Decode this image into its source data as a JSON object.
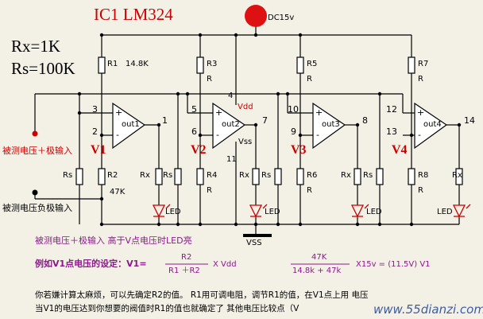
{
  "title": "IC1 LM324",
  "supply": "DC15v",
  "params": {
    "rx": "Rx=1K",
    "rs": "Rs=100K"
  },
  "inputs": {
    "plus": "被测电压＋极输入",
    "minus": "被测电压负极输入"
  },
  "stages": [
    {
      "vlabel": "V1",
      "rtop": "R1",
      "rtop_value": "14.8K",
      "rbot": "R2",
      "rbot_value": "47K",
      "pin_a": "3",
      "pin_b": "2",
      "pin_out": "1",
      "out": "out1"
    },
    {
      "vlabel": "V2",
      "rtop": "R3",
      "rtop_value": "R",
      "rbot": "R4",
      "rbot_value": "R",
      "pin_a": "5",
      "pin_b": "6",
      "pin_out": "7",
      "out": "out2"
    },
    {
      "vlabel": "V3",
      "rtop": "R5",
      "rtop_value": "R",
      "rbot": "R6",
      "rbot_value": "R",
      "pin_a": "10",
      "pin_b": "9",
      "pin_out": "8",
      "out": "out3"
    },
    {
      "vlabel": "V4",
      "rtop": "R7",
      "rtop_value": "R",
      "rbot": "R8",
      "rbot_value": "R",
      "pin_a": "12",
      "pin_b": "13",
      "pin_out": "14",
      "out": "out4"
    }
  ],
  "labels": {
    "rs": "Rs",
    "rx": "Rx",
    "led": "LED",
    "vdd": "Vdd",
    "vss": "Vss",
    "vss_bus": "VSS",
    "pin4": "4",
    "pin11": "11",
    "plus": "+",
    "minus": "-"
  },
  "notes": {
    "line1": "被测电压＋极输入  高于V点电压时LED亮",
    "formula_intro": "例如V1点电压的设定：V1=",
    "f1_num": "R2",
    "f1_den": "R1 ＋R2",
    "f1_times": "X   Vdd",
    "f2_num": "47K",
    "f2_den": "14.8k  +  47k",
    "f2_rest": "X15v  =  (11.5V) V1",
    "footer1": "你若嫌计算太麻烦，可以先确定R2的值。  R1用可调电阻，调节R1的值，在V1点上用              电压",
    "footer2": "当V1的电压达到你想要的阀值时R1的值也就确定了  其他电压比较点（V",
    "watermark": "www.55dianzi.com"
  },
  "colors": {
    "wire": "#000000",
    "accent": "#cc0000",
    "purple": "#8b1a8b",
    "component_fill": "#ffffff",
    "background": "#f3f0e6",
    "watermark": "#3a5fa0"
  }
}
